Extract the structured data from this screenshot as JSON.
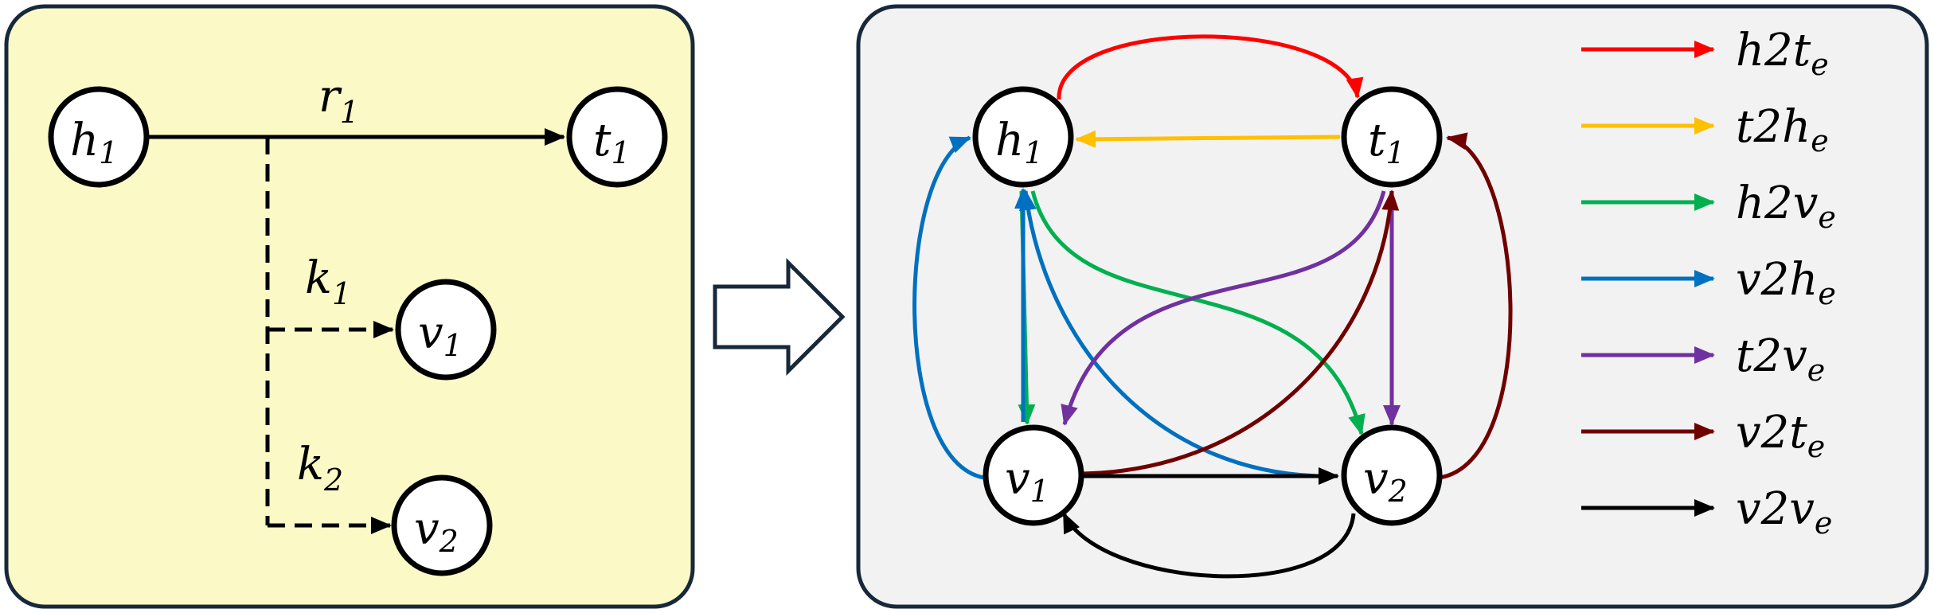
{
  "left_panel": {
    "background": "#fbfac6",
    "border": "#17283a",
    "nodes": {
      "h1": {
        "base": "h",
        "sub": "1"
      },
      "t1": {
        "base": "t",
        "sub": "1"
      },
      "v1": {
        "base": "v",
        "sub": "1"
      },
      "v2": {
        "base": "v",
        "sub": "2"
      }
    },
    "edge_labels": {
      "r1": {
        "base": "r",
        "sub": "1"
      },
      "k1": {
        "base": "k",
        "sub": "1"
      },
      "k2": {
        "base": "k",
        "sub": "2"
      }
    }
  },
  "right_panel": {
    "background": "#f2f2f2",
    "border": "#17283a",
    "nodes": {
      "h1": {
        "base": "h",
        "sub": "1"
      },
      "t1": {
        "base": "t",
        "sub": "1"
      },
      "v1": {
        "base": "v",
        "sub": "1"
      },
      "v2": {
        "base": "v",
        "sub": "2"
      }
    }
  },
  "legend": [
    {
      "base": "h2t",
      "sub": "e",
      "color": "#ff0000"
    },
    {
      "base": "t2h",
      "sub": "e",
      "color": "#ffc000"
    },
    {
      "base": "h2v",
      "sub": "e",
      "color": "#00b050"
    },
    {
      "base": "v2h",
      "sub": "e",
      "color": "#0070c0"
    },
    {
      "base": "t2v",
      "sub": "e",
      "color": "#7030a0"
    },
    {
      "base": "v2t",
      "sub": "e",
      "color": "#700000"
    },
    {
      "base": "v2v",
      "sub": "e",
      "color": "#000000"
    }
  ],
  "colors": {
    "h2t": "#ff0000",
    "t2h": "#ffc000",
    "h2v": "#00b050",
    "v2h": "#0070c0",
    "t2v": "#7030a0",
    "v2t": "#700000",
    "v2v": "#000000"
  }
}
